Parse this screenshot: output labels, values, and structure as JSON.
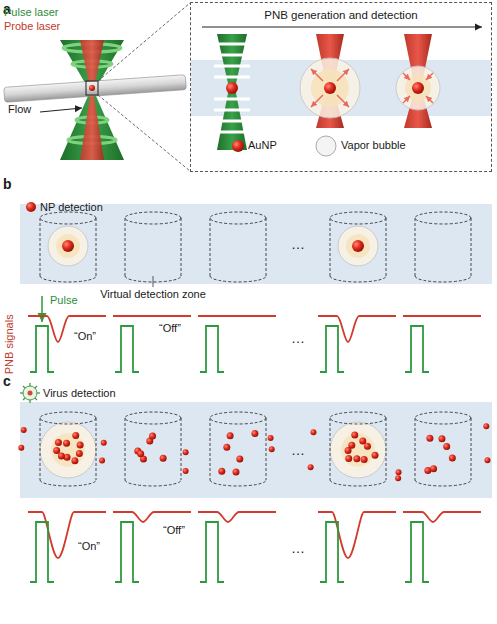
{
  "diagram": {
    "nodes": [
      {
        "text": [
          "PNB generation and detection"
        ]
      }
    ],
    "labels": [
      "a",
      "Pulse laser",
      "Probe laser",
      "Flow",
      "b",
      "NP detection",
      "Virtual detection zone",
      "Pulse",
      "PNB signals",
      "“On”",
      "“Off”",
      "…",
      "…",
      "c",
      "Virus detection",
      "“On”",
      "“Off”",
      "…",
      "…"
    ],
    "legend": [
      {
        "text": "AuNP"
      },
      {
        "text": "Vapor bubble"
      }
    ]
  }
}
